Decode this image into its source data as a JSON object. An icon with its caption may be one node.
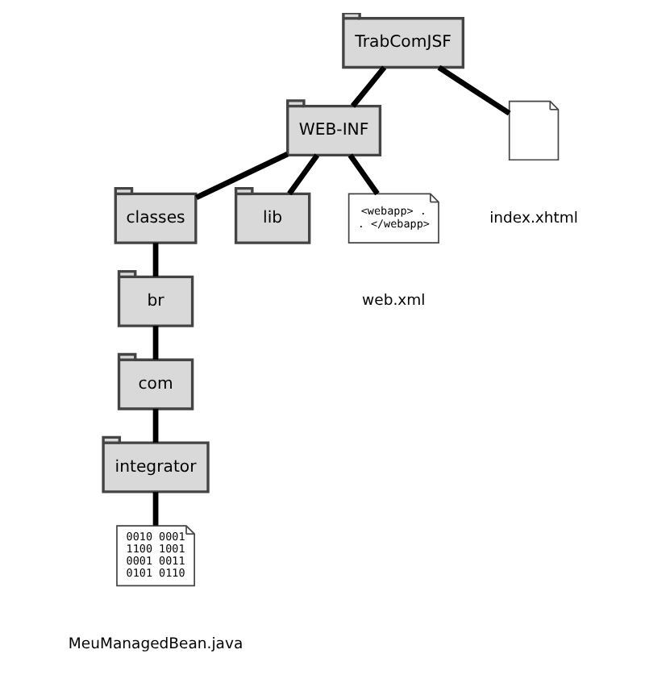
{
  "diagram": {
    "nodes": [
      {
        "text": [
          "TrabComJSF"
        ]
      },
      {
        "text": [
          "WEB-INF"
        ]
      },
      {
        "text": [
          "classes"
        ]
      },
      {
        "text": [
          "br"
        ]
      },
      {
        "text": [
          "com"
        ]
      },
      {
        "text": [
          "integrator"
        ]
      },
      {
        "text": [
          "0010 0001 1100 1001 0001 0011 0101 0110"
        ],
        "beside": [
          "MeuManagedBean.java"
        ]
      },
      {
        "text": [
          "lib"
        ]
      },
      {
        "text": [
          "<webapp> . . </webapp>"
        ],
        "beside": [
          "web.xml"
        ]
      },
      {
        "text": [],
        "shape": "file",
        "beside": [
          "index.xhtml"
        ]
      }
    ],
    "edges": [
      {
        "from": 0,
        "to": 1,
        "arrow": "none"
      },
      {
        "from": 1,
        "to": 2,
        "arrow": "none"
      },
      {
        "from": 2,
        "to": 3,
        "arrow": "none"
      },
      {
        "from": 3,
        "to": 4,
        "arrow": "none"
      },
      {
        "from": 4,
        "to": 5,
        "arrow": "none"
      },
      {
        "from": 5,
        "to": 6,
        "arrow": "none"
      },
      {
        "from": 1,
        "to": 7,
        "arrow": "none"
      },
      {
        "from": 1,
        "to": 8,
        "arrow": "none"
      },
      {
        "from": 0,
        "to": 9,
        "arrow": "none"
      }
    ]
  }
}
